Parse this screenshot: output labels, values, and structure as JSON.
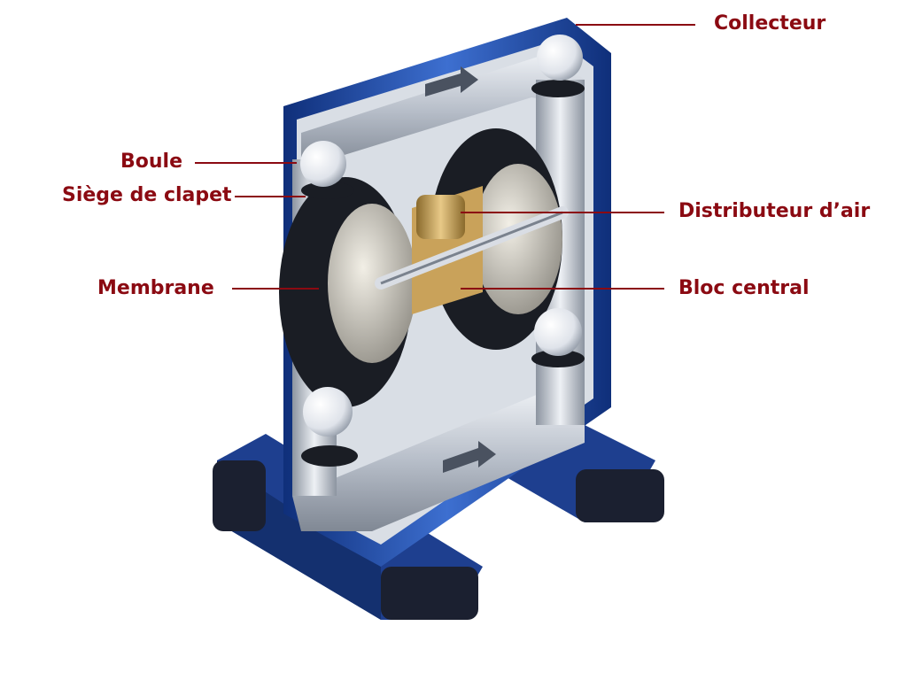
{
  "title": "Pompe à membrane - vue en coupe",
  "colors": {
    "label": "#8b0a12",
    "body": "#1f4fa8",
    "metal": "#c9ced6",
    "membrane": "#1a1d24",
    "base": "#1b2030"
  },
  "labels": {
    "collecteur": "Collecteur",
    "boule": "Boule",
    "siege": "Siège de clapet",
    "membrane": "Membrane",
    "distributeur": "Distributeur d’air",
    "bloc": "Bloc central"
  }
}
